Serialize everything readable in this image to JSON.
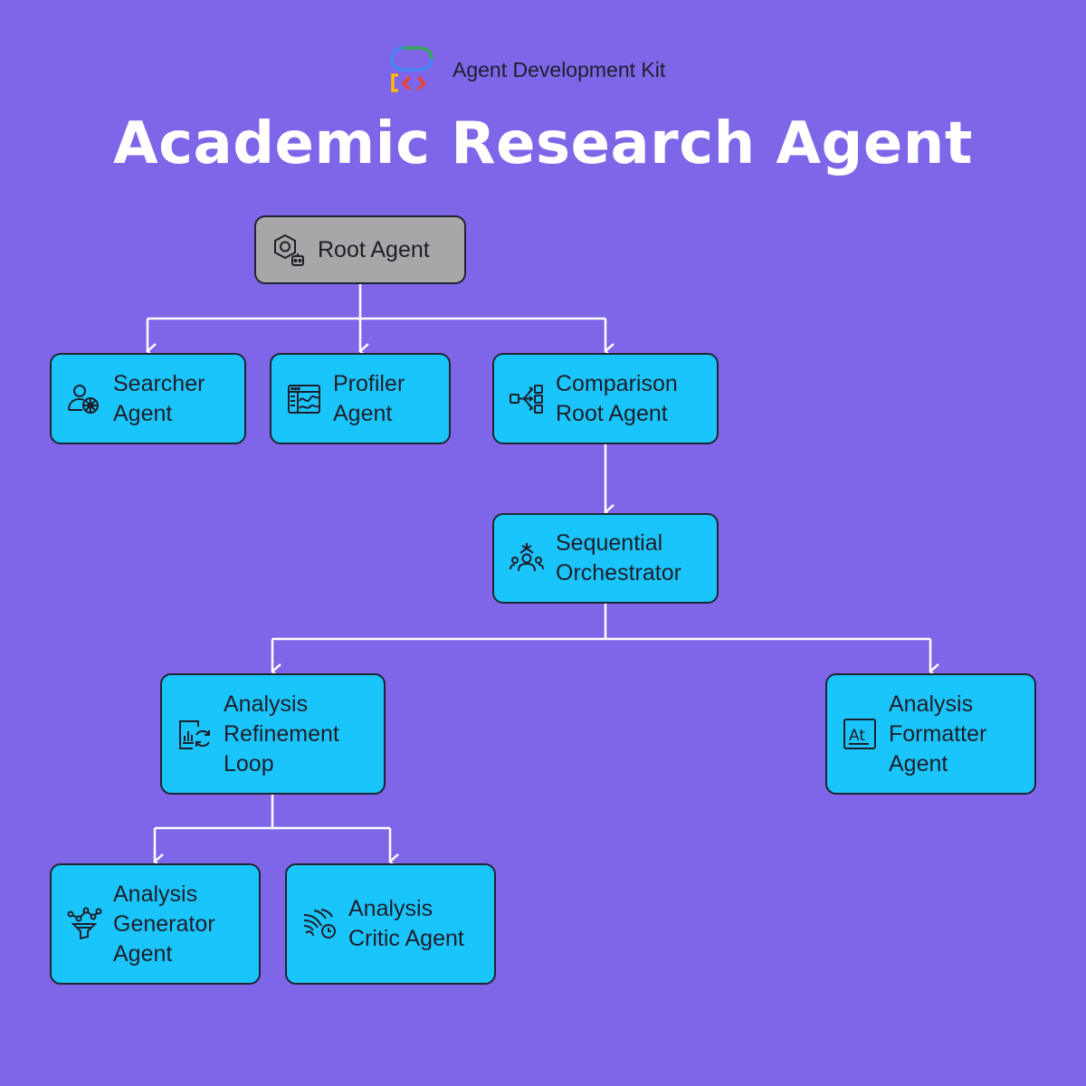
{
  "brand": {
    "name": "Agent Development Kit",
    "logo_icon": "adk-logo-icon"
  },
  "title": "Academic Research Agent",
  "colors": {
    "background": "#7f66e8",
    "node_fill": "#1ac5fb",
    "root_fill": "#a7a7a7",
    "edge": "#ffffff",
    "node_border": "#1f2430"
  },
  "nodes": {
    "root": {
      "label": "Root Agent",
      "icon": "agent-bot-icon"
    },
    "searcher": {
      "label": "Searcher\nAgent",
      "icon": "user-search-icon"
    },
    "profiler": {
      "label": "Profiler\nAgent",
      "icon": "browser-chart-icon"
    },
    "comparison": {
      "label": "Comparison\nRoot Agent",
      "icon": "branching-flow-icon"
    },
    "sequential": {
      "label": "Sequential\nOrchestrator",
      "icon": "orchestrator-people-icon"
    },
    "refinement": {
      "label": "Analysis\nRefinement\nLoop",
      "icon": "report-refresh-icon"
    },
    "formatter": {
      "label": "Analysis\nFormatter\nAgent",
      "icon": "text-format-icon"
    },
    "generator": {
      "label": "Analysis\nGenerator\nAgent",
      "icon": "funnel-network-icon"
    },
    "critic": {
      "label": "Analysis\nCritic Agent",
      "icon": "wind-clock-icon"
    }
  }
}
